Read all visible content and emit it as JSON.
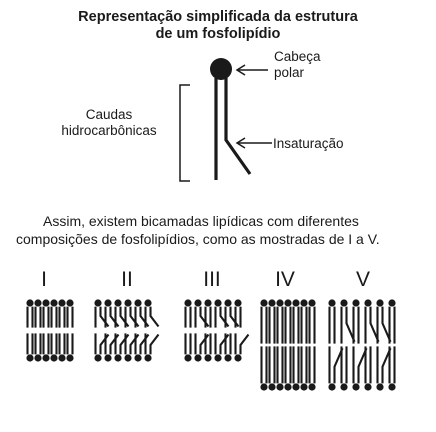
{
  "title": {
    "line1": "Representação simplificada da estrutura",
    "line2": "de um fosfolipídio"
  },
  "labels": {
    "head_line1": "Cabeça",
    "head_line2": "polar",
    "tails_line1": "Caudas",
    "tails_line2": "hidrocarbônicas",
    "unsaturation": "Insaturação"
  },
  "paragraph": {
    "line1": "Assim, existem bicamadas lipídicas com diferentes",
    "line2": "composições de fosfolipídios, como as mostradas de I a V."
  },
  "bilayers": [
    {
      "numeral": "I"
    },
    {
      "numeral": "II"
    },
    {
      "numeral": "III"
    },
    {
      "numeral": "IV"
    },
    {
      "numeral": "V"
    }
  ],
  "colors": {
    "ink": "#1a1a1a",
    "background": "#ffffff"
  }
}
